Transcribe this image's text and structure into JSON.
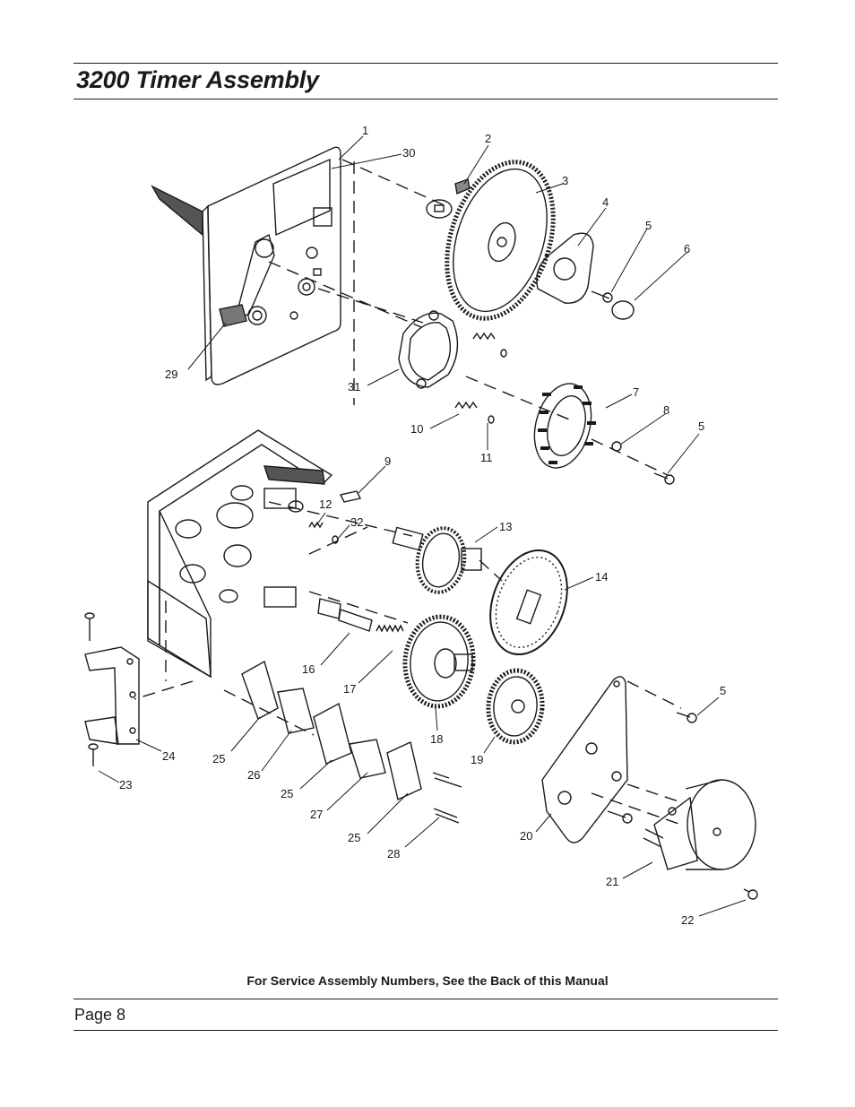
{
  "header": {
    "title": "3200 Timer Assembly"
  },
  "diagram": {
    "callouts": [
      {
        "id": "c1",
        "text": "1"
      },
      {
        "id": "c30",
        "text": "30"
      },
      {
        "id": "c2",
        "text": "2"
      },
      {
        "id": "c3",
        "text": "3"
      },
      {
        "id": "c4",
        "text": "4"
      },
      {
        "id": "c5a",
        "text": "5"
      },
      {
        "id": "c6",
        "text": "6"
      },
      {
        "id": "c29",
        "text": "29"
      },
      {
        "id": "c31",
        "text": "31"
      },
      {
        "id": "c7",
        "text": "7"
      },
      {
        "id": "c8",
        "text": "8"
      },
      {
        "id": "c5b",
        "text": "5"
      },
      {
        "id": "c10",
        "text": "10"
      },
      {
        "id": "c11",
        "text": "11"
      },
      {
        "id": "c9",
        "text": "9"
      },
      {
        "id": "c12",
        "text": "12"
      },
      {
        "id": "c32",
        "text": "32"
      },
      {
        "id": "c13",
        "text": "13"
      },
      {
        "id": "c14",
        "text": "14"
      },
      {
        "id": "c16",
        "text": "16"
      },
      {
        "id": "c17",
        "text": "17"
      },
      {
        "id": "c18",
        "text": "18"
      },
      {
        "id": "c19",
        "text": "19"
      },
      {
        "id": "c5c",
        "text": "5"
      },
      {
        "id": "c24",
        "text": "24"
      },
      {
        "id": "c23",
        "text": "23"
      },
      {
        "id": "c25a",
        "text": "25"
      },
      {
        "id": "c26",
        "text": "26"
      },
      {
        "id": "c25b",
        "text": "25"
      },
      {
        "id": "c27",
        "text": "27"
      },
      {
        "id": "c25c",
        "text": "25"
      },
      {
        "id": "c28",
        "text": "28"
      },
      {
        "id": "c20",
        "text": "20"
      },
      {
        "id": "c21",
        "text": "21"
      },
      {
        "id": "c22",
        "text": "22"
      }
    ]
  },
  "footer": {
    "note": "For Service Assembly Numbers, See the Back of this Manual",
    "page": "Page 8"
  }
}
